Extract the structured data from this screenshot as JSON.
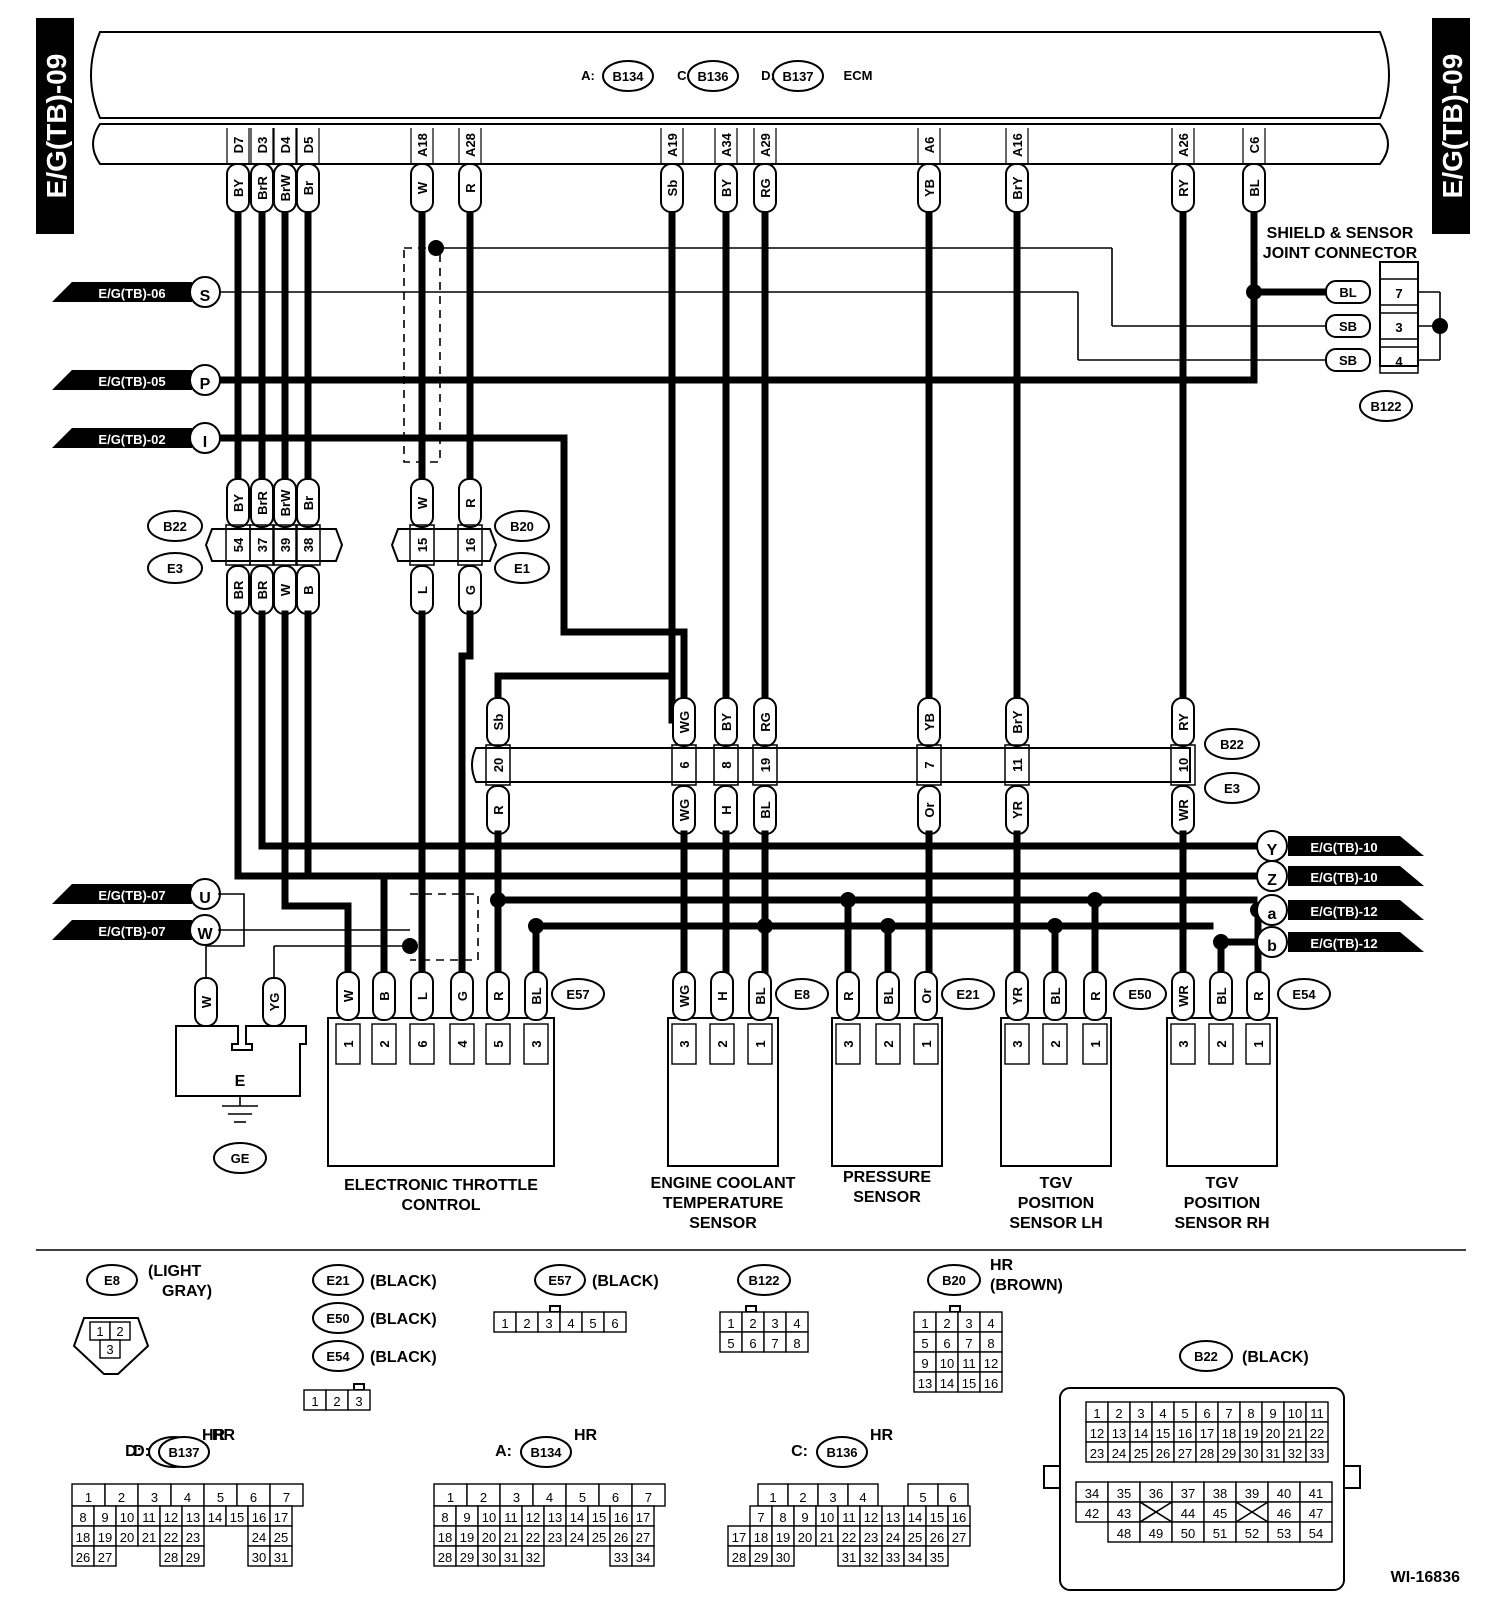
{
  "page_tag": "E/G(TB)-09",
  "ecm": {
    "prefix_a": "A:",
    "conn_a": "B134",
    "prefix_c": "C:",
    "conn_c": "B136",
    "prefix_d": "D:",
    "conn_d": "B137",
    "label": "ECM"
  },
  "ecm_pins": [
    {
      "pin": "D7",
      "color": "BY"
    },
    {
      "pin": "D3",
      "color": "BrR"
    },
    {
      "pin": "D4",
      "color": "BrW"
    },
    {
      "pin": "D5",
      "color": "Br"
    },
    {
      "pin": "A18",
      "color": "W"
    },
    {
      "pin": "A28",
      "color": "R"
    },
    {
      "pin": "A19",
      "color": "Sb"
    },
    {
      "pin": "A34",
      "color": "BY"
    },
    {
      "pin": "A29",
      "color": "RG"
    },
    {
      "pin": "A6",
      "color": "YB"
    },
    {
      "pin": "A16",
      "color": "BrY"
    },
    {
      "pin": "A26",
      "color": "RY"
    },
    {
      "pin": "C6",
      "color": "BL"
    }
  ],
  "shield": {
    "title1": "SHIELD & SENSOR",
    "title2": "JOINT CONNECTOR",
    "connector": "B122",
    "pins": [
      {
        "color": "BL",
        "pin": "7"
      },
      {
        "color": "SB",
        "pin": "3"
      },
      {
        "color": "SB",
        "pin": "4"
      }
    ]
  },
  "left_refs": [
    {
      "label": "E/G(TB)-06",
      "sym": "S"
    },
    {
      "label": "E/G(TB)-05",
      "sym": "P"
    },
    {
      "label": "E/G(TB)-02",
      "sym": "I"
    },
    {
      "label": "E/G(TB)-07",
      "sym": "U"
    },
    {
      "label": "E/G(TB)-07",
      "sym": "W"
    }
  ],
  "right_refs": [
    {
      "label": "E/G(TB)-10",
      "sym": "Y"
    },
    {
      "label": "E/G(TB)-10",
      "sym": "Z"
    },
    {
      "label": "E/G(TB)-12",
      "sym": "a"
    },
    {
      "label": "E/G(TB)-12",
      "sym": "b"
    }
  ],
  "jc_b22_e3": {
    "top": [
      "BY",
      "BrR",
      "BrW",
      "Br"
    ],
    "pins": [
      "54",
      "37",
      "39",
      "38"
    ],
    "bottom": [
      "BR",
      "BR",
      "W",
      "B"
    ],
    "conn1": "B22",
    "conn2": "E3"
  },
  "jc_b20_e1": {
    "top": [
      "W",
      "R"
    ],
    "pins": [
      "15",
      "16"
    ],
    "bottom": [
      "L",
      "G"
    ],
    "conn1": "B20",
    "conn2": "E1"
  },
  "jc_mid": {
    "top": [
      "Sb",
      "WG",
      "BY",
      "RG",
      "YB",
      "BrY",
      "RY"
    ],
    "pins": [
      "20",
      "6",
      "8",
      "19",
      "7",
      "11",
      "10"
    ],
    "bottom": [
      "R",
      "WG",
      "H",
      "BL",
      "Or",
      "YR",
      "WR"
    ],
    "conn1": "B22",
    "conn2": "E3"
  },
  "ground": {
    "wires": [
      "W",
      "YG"
    ],
    "label": "E",
    "name": "GE"
  },
  "components": [
    {
      "conn": "E57",
      "wires": [
        "W",
        "B",
        "L",
        "G",
        "R",
        "BL"
      ],
      "pins": [
        "1",
        "2",
        "6",
        "4",
        "5",
        "3"
      ],
      "name": [
        "ELECTRONIC THROTTLE",
        "CONTROL"
      ]
    },
    {
      "conn": "E8",
      "wires": [
        "WG",
        "H",
        "BL"
      ],
      "pins": [
        "3",
        "2",
        "1"
      ],
      "name": [
        "ENGINE COOLANT",
        "TEMPERATURE",
        "SENSOR"
      ]
    },
    {
      "conn": "E21",
      "wires": [
        "R",
        "BL",
        "Or"
      ],
      "pins": [
        "3",
        "2",
        "1"
      ],
      "name": [
        "PRESSURE",
        "SENSOR"
      ]
    },
    {
      "conn": "E50",
      "wires": [
        "YR",
        "BL",
        "R"
      ],
      "pins": [
        "3",
        "2",
        "1"
      ],
      "name": [
        "TGV",
        "POSITION",
        "SENSOR LH"
      ]
    },
    {
      "conn": "E54",
      "wires": [
        "WR",
        "BL",
        "R"
      ],
      "pins": [
        "3",
        "2",
        "1"
      ],
      "name": [
        "TGV",
        "POSITION",
        "SENSOR RH"
      ]
    }
  ],
  "legend": {
    "e8": {
      "conn": "E8",
      "desc1": "(LIGHT",
      "desc2": "GRAY)",
      "pins": [
        "1",
        "2",
        "3"
      ]
    },
    "e21": {
      "conn": "E21",
      "desc": "(BLACK)"
    },
    "e50": {
      "conn": "E50",
      "desc": "(BLACK)"
    },
    "e54": {
      "conn": "E54",
      "desc": "(BLACK)",
      "pins": [
        "1",
        "2",
        "3"
      ]
    },
    "e57": {
      "conn": "E57",
      "desc": "(BLACK)",
      "pins": [
        "1",
        "2",
        "3",
        "4",
        "5",
        "6"
      ]
    },
    "b122": {
      "conn": "B122",
      "pins": [
        "1",
        "2",
        "3",
        "4",
        "5",
        "6",
        "7",
        "8"
      ]
    },
    "b20": {
      "conn": "B20",
      "hr": "HR",
      "desc": "(BROWN)",
      "pins": [
        "1",
        "2",
        "3",
        "4",
        "5",
        "6",
        "7",
        "8",
        "9",
        "10",
        "11",
        "12",
        "13",
        "14",
        "15",
        "16"
      ]
    },
    "b22": {
      "conn": "B22",
      "desc": "(BLACK)"
    },
    "b137": {
      "prefix": "D:",
      "conn": "B137",
      "hr": "HR"
    },
    "b134": {
      "prefix": "A:",
      "conn": "B134",
      "hr": "HR"
    },
    "b136": {
      "prefix": "C:",
      "conn": "B136",
      "hr": "HR"
    }
  },
  "figure_id": "WI-16836"
}
